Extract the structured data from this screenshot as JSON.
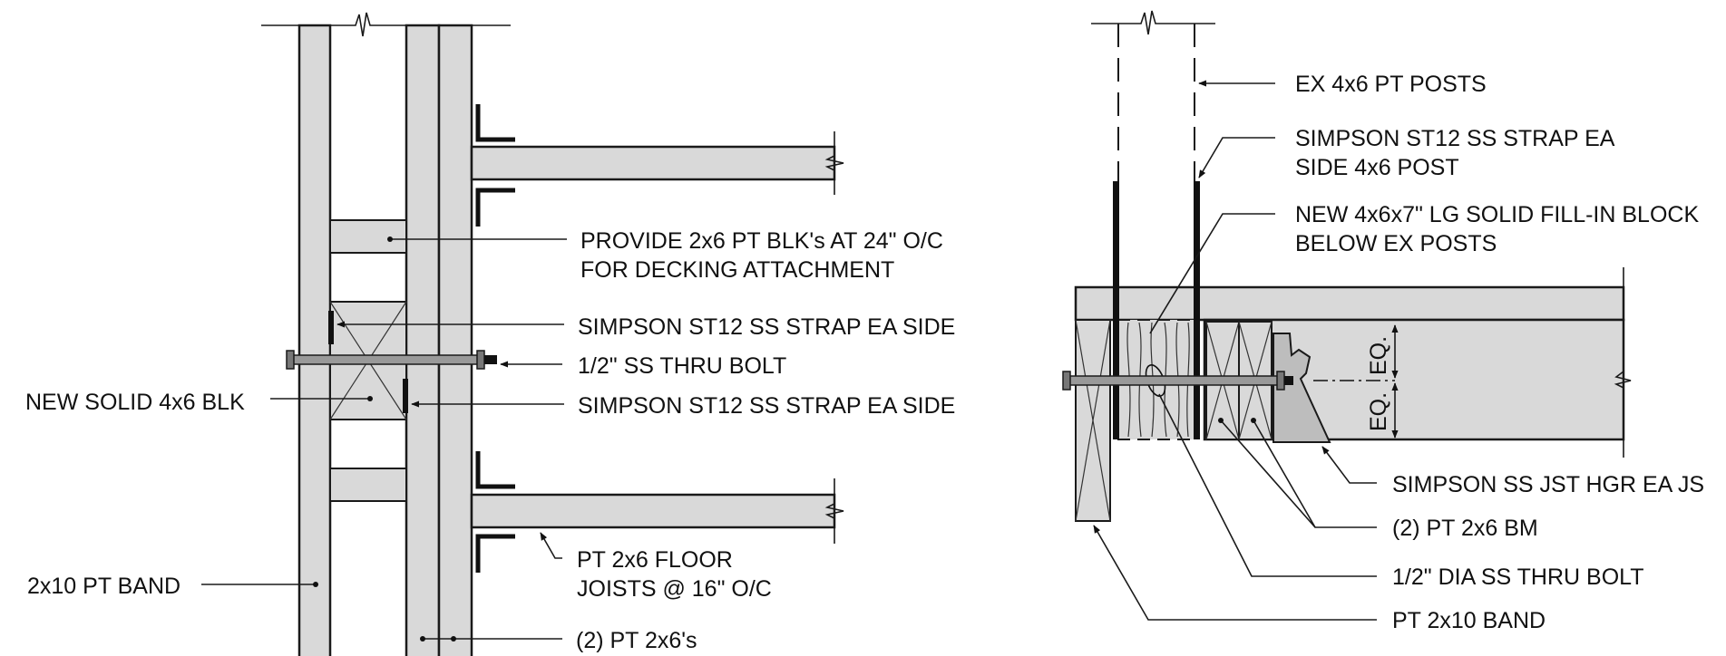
{
  "left_detail": {
    "callouts": {
      "blocking": {
        "line1": "PROVIDE 2x6 PT BLK's AT 24\" O/C",
        "line2": "FOR DECKING ATTACHMENT"
      },
      "strap_upper": "SIMPSON ST12 SS STRAP EA SIDE",
      "thru_bolt": "1/2\" SS THRU BOLT",
      "strap_lower": "SIMPSON ST12 SS STRAP EA SIDE",
      "solid_block": "NEW SOLID 4x6 BLK",
      "joists": {
        "line1": "PT 2x6 FLOOR",
        "line2": "JOISTS @ 16\" O/C"
      },
      "band": "2x10 PT BAND",
      "double_2x6": "(2) PT 2x6's"
    }
  },
  "right_detail": {
    "callouts": {
      "posts": "EX 4x6 PT POSTS",
      "strap": {
        "line1": "SIMPSON ST12 SS STRAP EA",
        "line2": "SIDE 4x6 POST"
      },
      "fill_block": {
        "line1": "NEW 4x6x7\" LG SOLID FILL-IN BLOCK",
        "line2": "BELOW EX POSTS"
      },
      "eq_upper": "EQ.",
      "eq_lower": "EQ.",
      "hanger": "SIMPSON SS JST HGR EA JS",
      "beam": "(2) PT 2x6 BM",
      "thru_bolt": "1/2\" DIA SS THRU BOLT",
      "band": "PT 2x10 BAND"
    }
  },
  "colors": {
    "wood_fill": "#d9d9d9",
    "line": "#1a1a1a",
    "background": "#ffffff"
  }
}
